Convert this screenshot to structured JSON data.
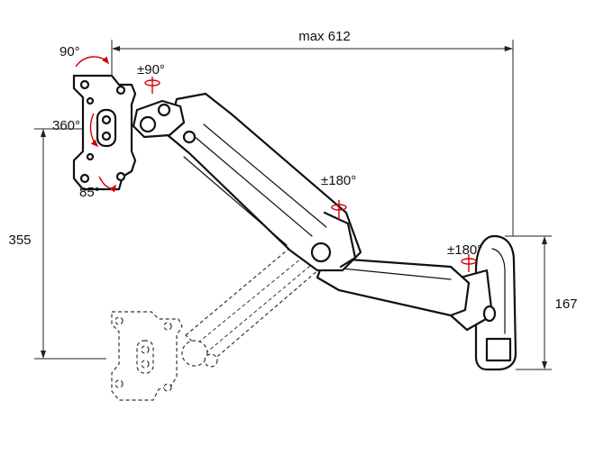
{
  "dimensions": {
    "reach": "max 612",
    "height": "355",
    "mount_height": "167"
  },
  "rotations": {
    "tilt": "90°",
    "rotate": "360°",
    "tilt_down": "85°",
    "swivel_head": "±90°",
    "swivel_elbow": "±180°",
    "swivel_wall": "±180°"
  },
  "colors": {
    "line": "#111111",
    "rotation_marker": "#d40000",
    "background": "#ffffff"
  }
}
